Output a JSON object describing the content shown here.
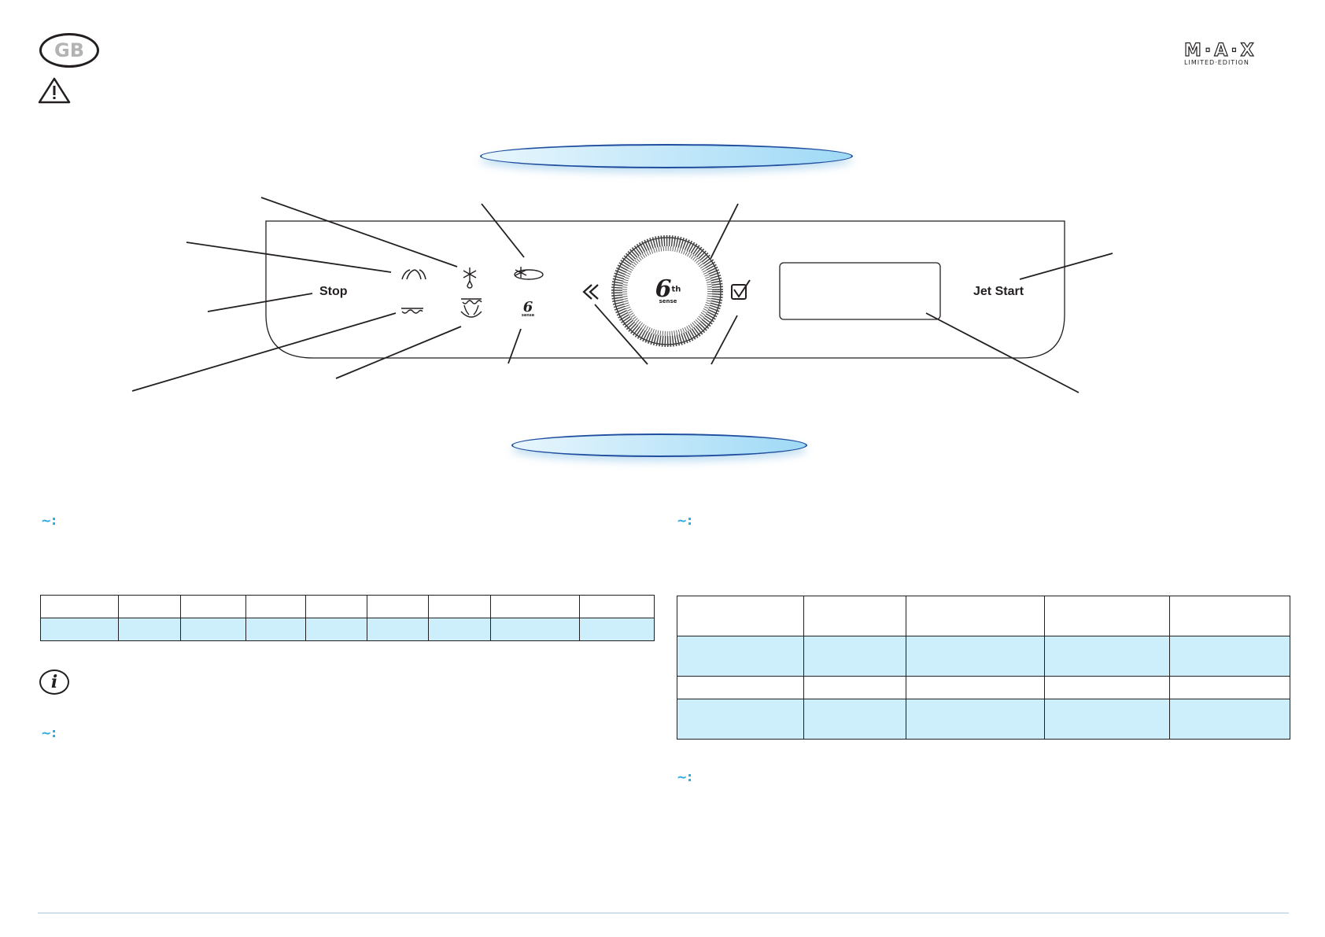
{
  "header": {
    "country_code": "GB",
    "warning_icon": "warning-triangle-icon"
  },
  "brand": {
    "logo_text": "M·A·X",
    "logo_subtext": "LIMITED·EDITION"
  },
  "control_panel": {
    "stop_label": "Stop",
    "jet_start_label": "Jet Start",
    "dial_number": "6",
    "dial_sup": "th",
    "dial_word": "sense",
    "icon_names": [
      "crisp-icon",
      "steam-icon",
      "defrost-icon",
      "bread-defrost-icon",
      "grill-icon",
      "crisp-grill-icon",
      "sixth-sense-icon",
      "back-icon",
      "ok-check-icon"
    ]
  },
  "section_markers": {
    "bullet_glyph": "~:"
  },
  "table_left": {
    "columns": 9,
    "rows": 2
  },
  "table_right": {
    "columns": 5,
    "rows": 4
  },
  "colors": {
    "accent_blue": "#29a8e0",
    "table_fill": "#cdeefb",
    "pill_stroke": "#1f4e9e"
  }
}
